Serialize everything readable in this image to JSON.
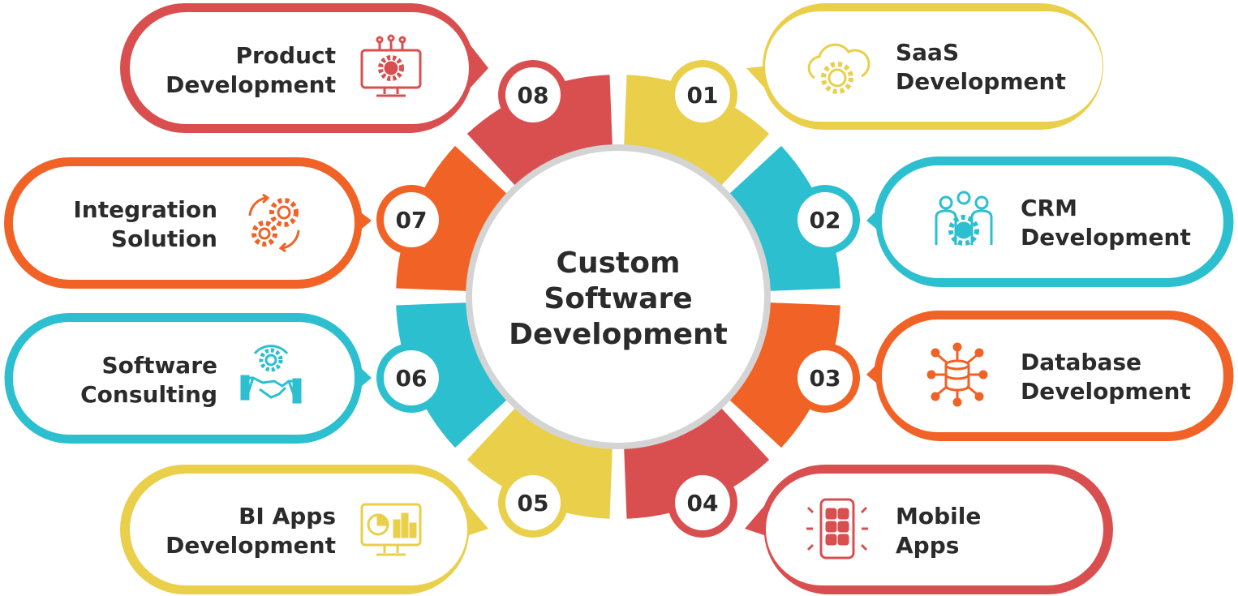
{
  "center": {
    "title_lines": [
      "Custom",
      "Software",
      "Development"
    ]
  },
  "items": [
    {
      "number": "01",
      "lines": [
        "SaaS",
        "Development"
      ],
      "icon": "cloud-gear-icon",
      "color": "#E9CF4A"
    },
    {
      "number": "02",
      "lines": [
        "CRM",
        "Development"
      ],
      "icon": "team-gear-icon",
      "color": "#2BBFCF"
    },
    {
      "number": "03",
      "lines": [
        "Database",
        "Development"
      ],
      "icon": "database-network-icon",
      "color": "#F06225"
    },
    {
      "number": "04",
      "lines": [
        "Mobile",
        "Apps"
      ],
      "icon": "mobile-apps-icon",
      "color": "#D94F50"
    },
    {
      "number": "05",
      "lines": [
        "BI Apps",
        "Development"
      ],
      "icon": "bi-monitor-icon",
      "color": "#E9CF4A"
    },
    {
      "number": "06",
      "lines": [
        "Software",
        "Consulting"
      ],
      "icon": "handshake-gear-icon",
      "color": "#2BBFCF"
    },
    {
      "number": "07",
      "lines": [
        "Integration",
        "Solution"
      ],
      "icon": "gears-cycle-icon",
      "color": "#F06225"
    },
    {
      "number": "08",
      "lines": [
        "Product",
        "Development"
      ],
      "icon": "monitor-gear-icon",
      "color": "#D94F50"
    }
  ]
}
